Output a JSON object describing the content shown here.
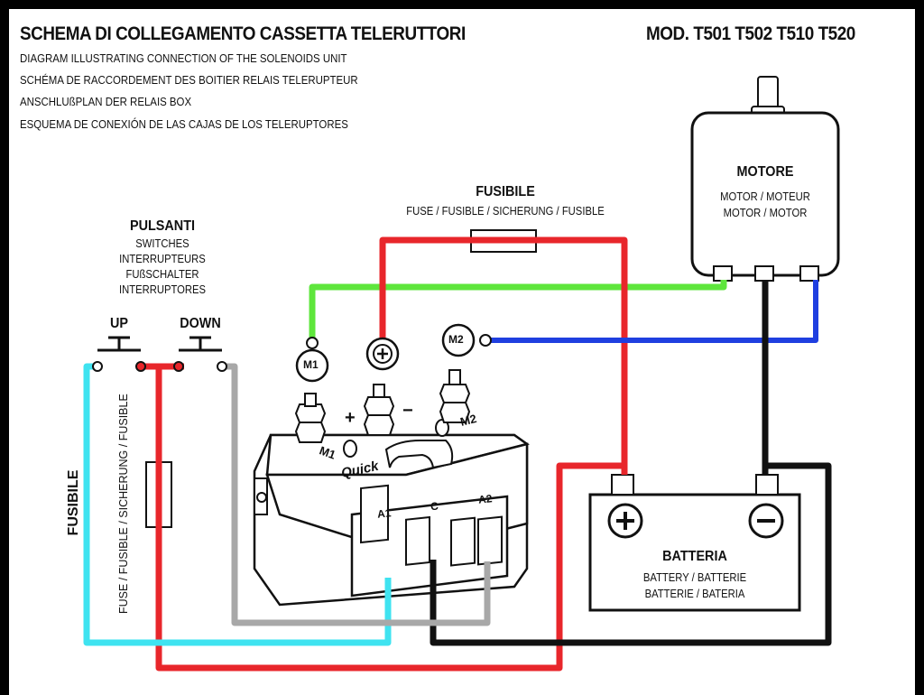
{
  "header": {
    "title": "SCHEMA DI COLLEGAMENTO CASSETTA TELERUTTORI",
    "model": "MOD. T501 T502 T510 T520",
    "subtitles": [
      "DIAGRAM ILLUSTRATING CONNECTION OF THE SOLENOIDS UNIT",
      "SCHÉMA DE RACCORDEMENT DES BOITIER RELAIS TELERUPTEUR",
      "ANSCHLUßPLAN DER RELAIS BOX",
      "ESQUEMA DE CONEXIÓN DE LAS CAJAS DE LOS TELERUPTORES"
    ]
  },
  "switches": {
    "title": "PULSANTI",
    "lines": [
      "SWITCHES",
      "INTERRUPTEURS",
      "FUßSCHALTER",
      "INTERRUPTORES"
    ],
    "up_label": "UP",
    "down_label": "DOWN"
  },
  "fuse_top": {
    "title": "FUSIBILE",
    "subtitle": "FUSE / FUSIBLE / SICHERUNG / FUSIBLE"
  },
  "fuse_left": {
    "title": "FUSIBILE",
    "subtitle": "FUSE / FUSIBLE / SICHERUNG / FUSIBLE"
  },
  "motor": {
    "title": "MOTORE",
    "line1": "MOTOR / MOTEUR",
    "line2": "MOTOR / MOTOR"
  },
  "battery": {
    "title": "BATTERIA",
    "line1": "BATTERY / BATTERIE",
    "line2": "BATTERIE / BATERIA"
  },
  "solenoid_box": {
    "brand": "Quick",
    "terminal_m1": "M1",
    "terminal_m2": "M2",
    "terminal_plus": "+",
    "terminal_minus": "−",
    "connector_a1": "A1",
    "connector_c": "C",
    "connector_a2": "A2"
  },
  "wire_colors": {
    "red": "#e8262b",
    "green": "#5ee63c",
    "blue": "#1f3fe0",
    "cyan": "#3fe3f0",
    "gray": "#a8a8a8",
    "black": "#111111"
  }
}
